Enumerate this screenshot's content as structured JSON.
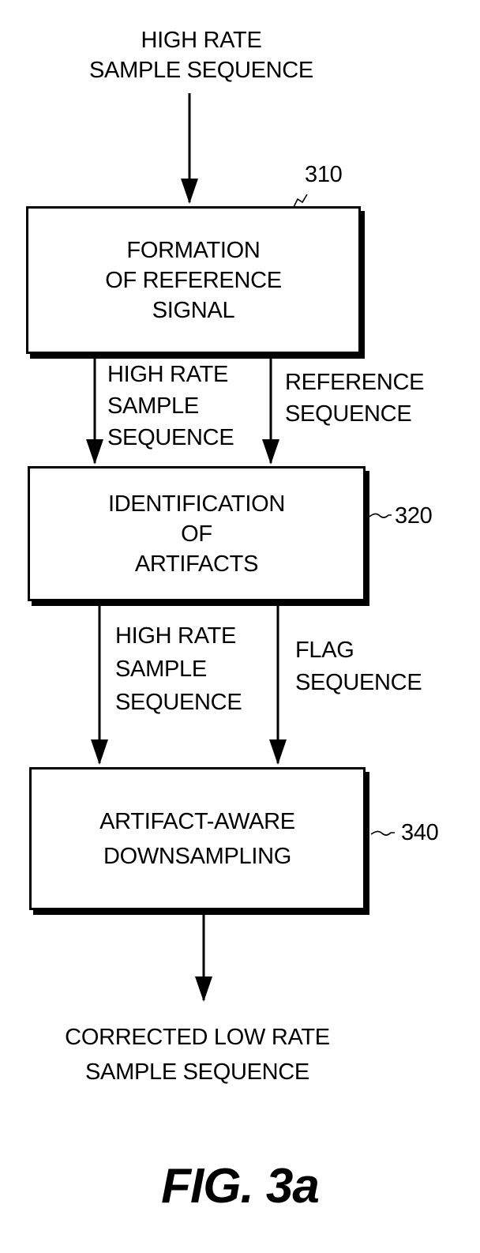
{
  "input": {
    "line1": "HIGH RATE",
    "line2": "SAMPLE SEQUENCE"
  },
  "box1": {
    "line1": "FORMATION",
    "line2": "OF REFERENCE",
    "line3": "SIGNAL",
    "ref": "310"
  },
  "edge_1_2_left": {
    "line1": "HIGH RATE",
    "line2": "SAMPLE",
    "line3": "SEQUENCE"
  },
  "edge_1_2_right": {
    "line1": "REFERENCE",
    "line2": "SEQUENCE"
  },
  "box2": {
    "line1": "IDENTIFICATION",
    "line2": "OF",
    "line3": "ARTIFACTS",
    "ref": "320"
  },
  "edge_2_3_left": {
    "line1": "HIGH RATE",
    "line2": "SAMPLE",
    "line3": "SEQUENCE"
  },
  "edge_2_3_right": {
    "line1": "FLAG",
    "line2": "SEQUENCE"
  },
  "box3": {
    "line1": "ARTIFACT-AWARE",
    "line2": "DOWNSAMPLING",
    "ref": "340"
  },
  "output": {
    "line1": "CORRECTED LOW RATE",
    "line2": "SAMPLE SEQUENCE"
  },
  "figure_label": "FIG. 3a"
}
